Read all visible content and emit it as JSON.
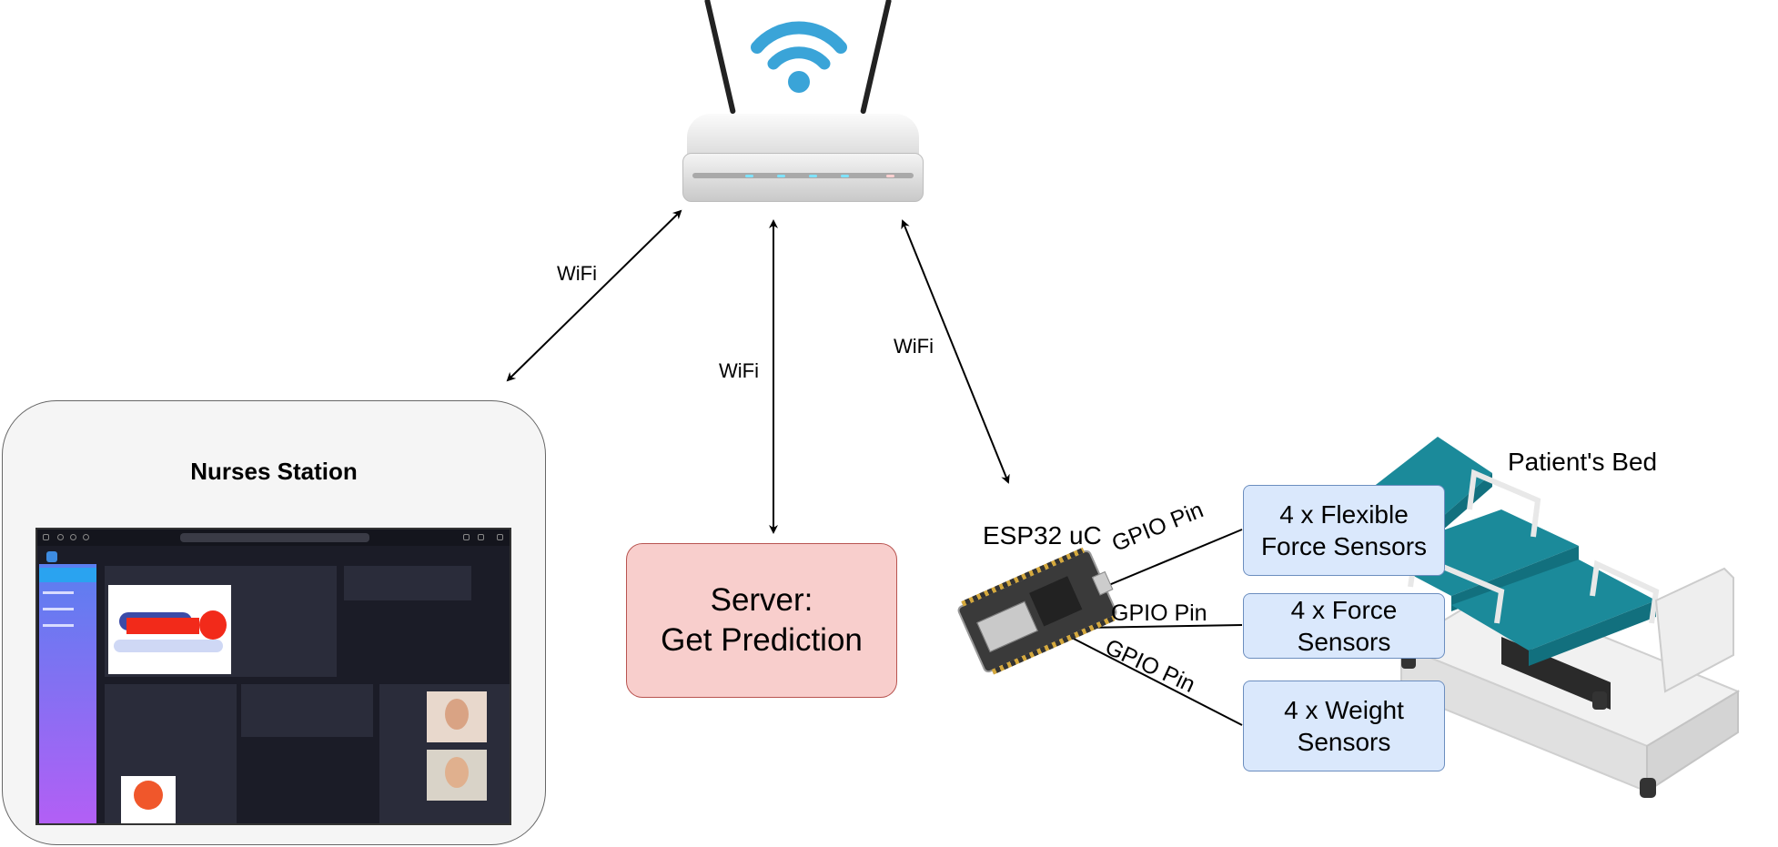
{
  "router": {
    "name": "wifi-router"
  },
  "links": {
    "nurses_wifi": "WiFi",
    "server_wifi": "WiFi",
    "esp_wifi": "WiFi",
    "gpio_1": "GPIO Pin",
    "gpio_2": "GPIO Pin",
    "gpio_3": "GPIO Pin"
  },
  "nurses_station": {
    "title": "Nurses Station"
  },
  "server": {
    "line1": "Server:",
    "line2": "Get Prediction"
  },
  "esp32": {
    "label": "ESP32 uC"
  },
  "sensors": [
    {
      "line1": "4 x Flexible",
      "line2": "Force Sensors"
    },
    {
      "line1": "4 x Force",
      "line2": "Sensors"
    },
    {
      "line1": "4 x Weight",
      "line2": "Sensors"
    }
  ],
  "bed": {
    "label": "Patient's Bed"
  },
  "colors": {
    "sensor_fill": "#dae8fc",
    "sensor_border": "#6c8ebf",
    "server_fill": "#f8cecc",
    "server_border": "#b85450",
    "station_fill": "#f5f5f5",
    "wifi_blue": "#3aa4d8",
    "bed_teal": "#1b8a9a"
  }
}
